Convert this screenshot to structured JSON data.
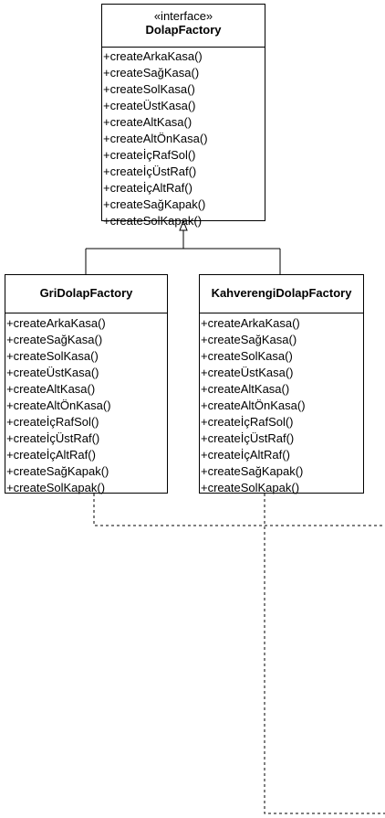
{
  "interface": {
    "stereotype": "«interface»",
    "name": "DolapFactory",
    "operations": [
      "+createArkaKasa()",
      "+createSağKasa()",
      "+createSolKasa()",
      "+createÜstKasa()",
      "+createAltKasa()",
      "+createAltÖnKasa()",
      "+createİçRafSol()",
      "+createİçÜstRaf()",
      "+createİçAltRaf()",
      "+createSağKapak()",
      "+createSolKapak()"
    ]
  },
  "gri": {
    "name": "GriDolapFactory",
    "operations": [
      "+createArkaKasa()",
      "+createSağKasa()",
      "+createSolKasa()",
      "+createÜstKasa()",
      "+createAltKasa()",
      "+createAltÖnKasa()",
      "+createİçRafSol()",
      "+createİçÜstRaf()",
      "+createİçAltRaf()",
      "+createSağKapak()",
      "+createSolKapak()"
    ]
  },
  "kahverengi": {
    "name": "KahverengiDolapFactory",
    "operations": [
      "+createArkaKasa()",
      "+createSağKasa()",
      "+createSolKasa()",
      "+createÜstKasa()",
      "+createAltKasa()",
      "+createAltÖnKasa()",
      "+createİçRafSol()",
      "+createİçÜstRaf()",
      "+createİçAltRaf()",
      "+createSağKapak()",
      "+createSolKapak()"
    ]
  }
}
